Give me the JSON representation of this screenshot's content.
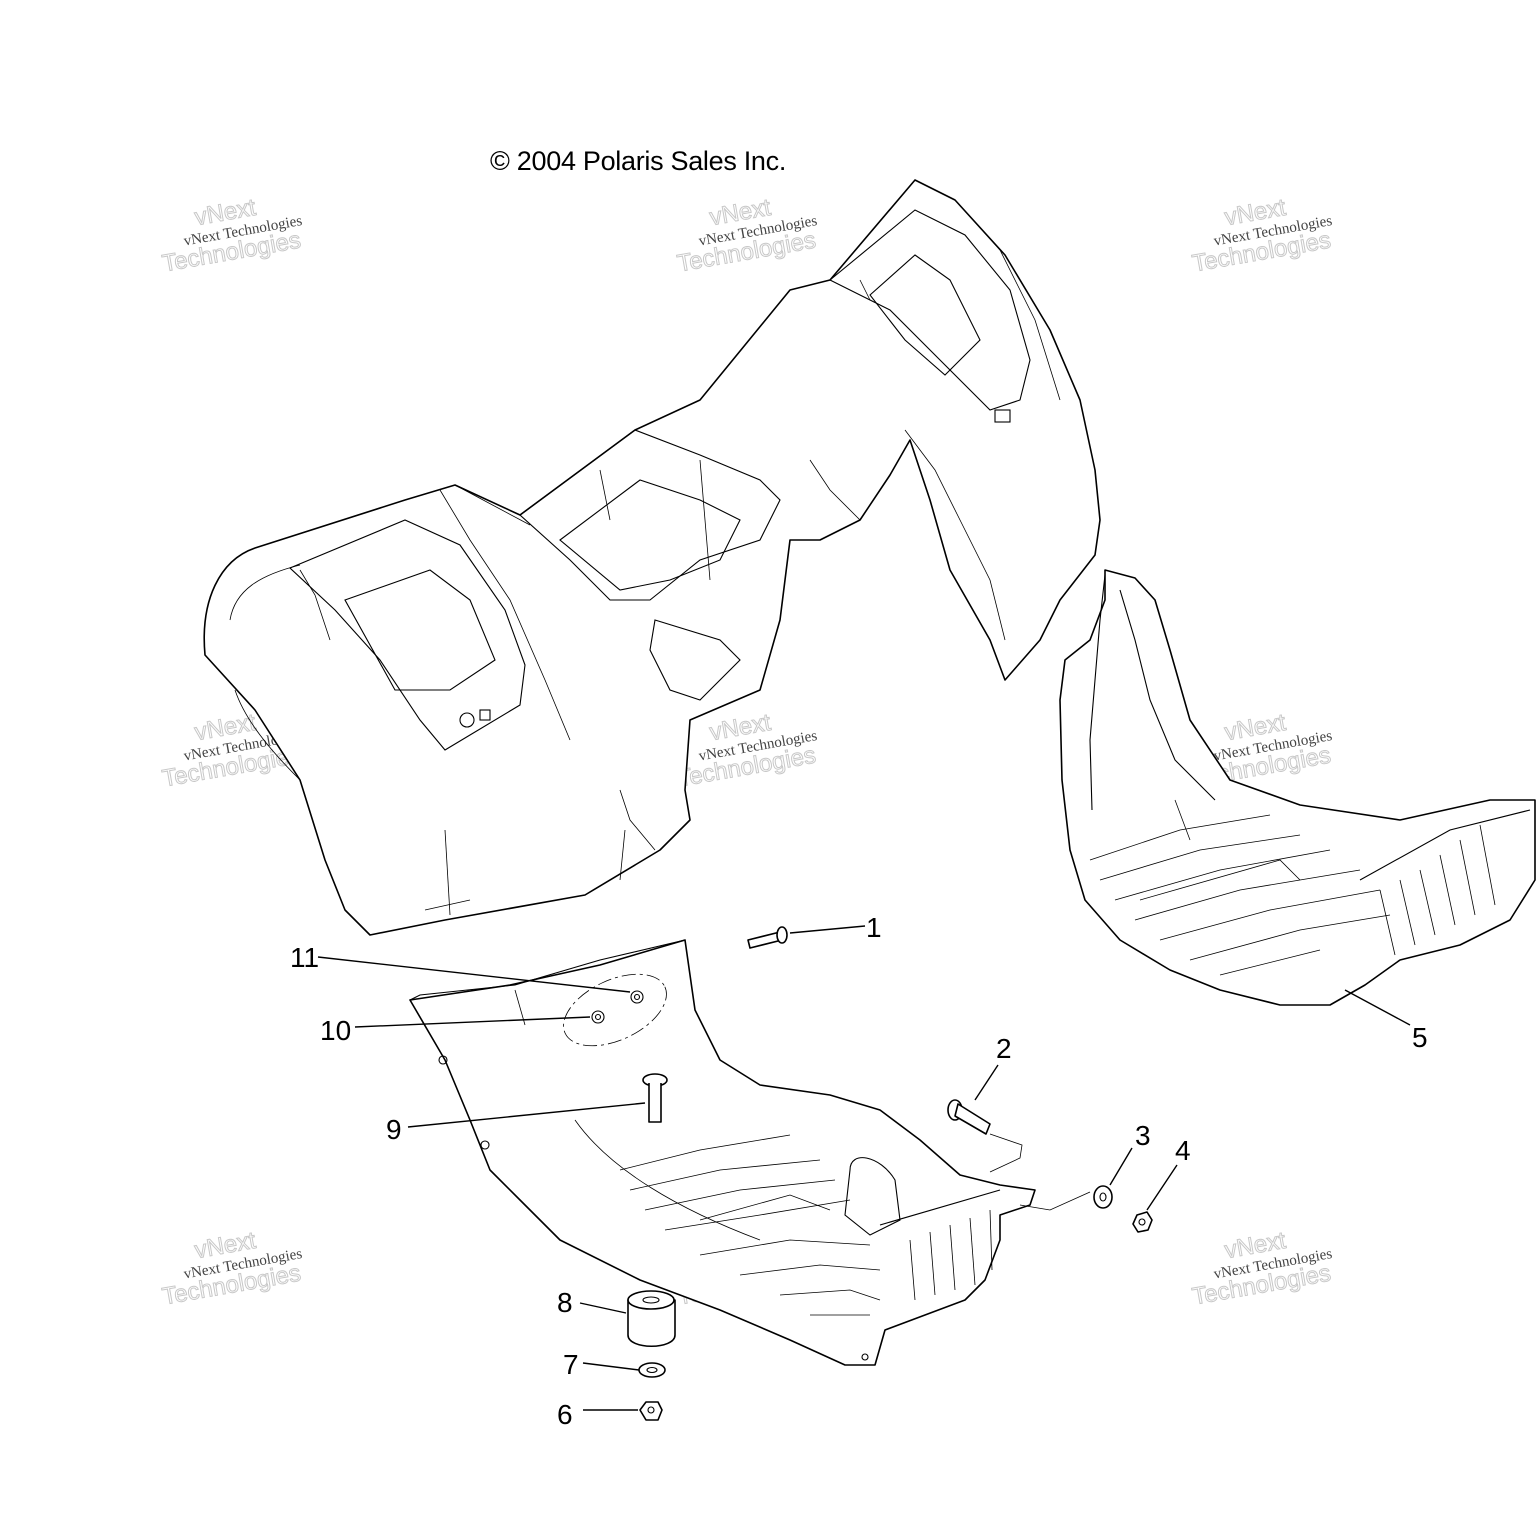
{
  "copyright": "© 2004 Polaris Sales Inc.",
  "watermark": {
    "line1": "vNext Technologies",
    "line2": "vNext",
    "line3": "Technologies"
  },
  "callouts": [
    {
      "id": "1",
      "label": "1"
    },
    {
      "id": "2",
      "label": "2"
    },
    {
      "id": "3",
      "label": "3"
    },
    {
      "id": "4",
      "label": "4"
    },
    {
      "id": "5",
      "label": "5"
    },
    {
      "id": "6",
      "label": "6"
    },
    {
      "id": "7",
      "label": "7"
    },
    {
      "id": "8",
      "label": "8"
    },
    {
      "id": "9",
      "label": "9"
    },
    {
      "id": "10",
      "label": "10"
    },
    {
      "id": "11",
      "label": "11"
    }
  ]
}
